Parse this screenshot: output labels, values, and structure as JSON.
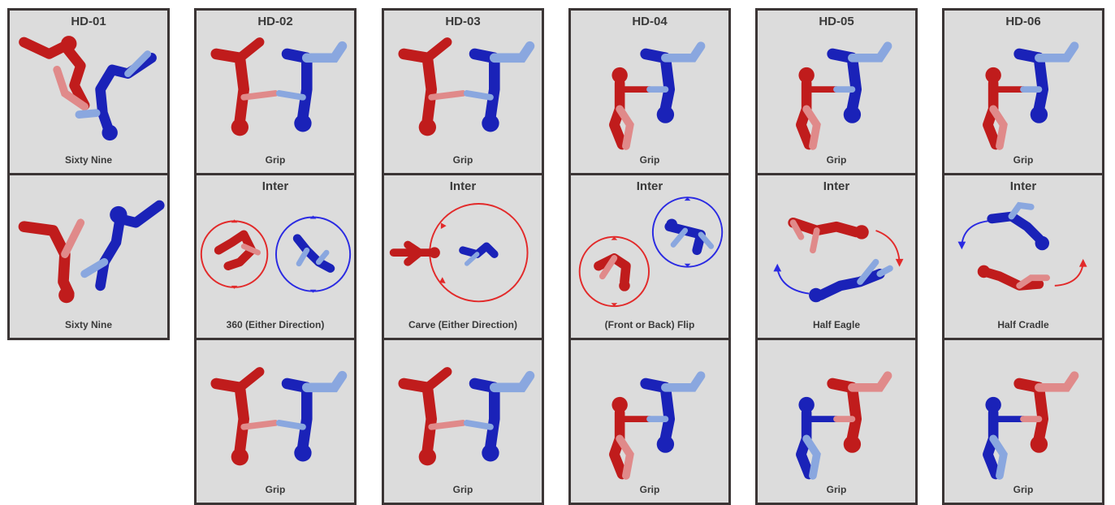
{
  "colors": {
    "red": "#c01c1c",
    "red_light": "#e08a8a",
    "blue": "#1a22b8",
    "blue_light": "#8aa7df",
    "panel_bg": "#dcdcdc",
    "border": "#3b3535"
  },
  "columns": [
    {
      "id": "HD-01",
      "cells": [
        {
          "title": "HD-01",
          "caption": "Sixty Nine",
          "figure": "sixty-nine-pose"
        },
        {
          "title": "",
          "caption": "Sixty Nine",
          "figure": "sixty-nine-pose"
        }
      ]
    },
    {
      "id": "HD-02",
      "cells": [
        {
          "title": "HD-02",
          "caption": "Grip",
          "figure": "head-down-grip-pose"
        },
        {
          "title": "Inter",
          "caption": "360 (Either Direction)",
          "figure": "360-rotation"
        },
        {
          "title": "",
          "caption": "Grip",
          "figure": "head-down-grip-pose"
        }
      ]
    },
    {
      "id": "HD-03",
      "cells": [
        {
          "title": "HD-03",
          "caption": "Grip",
          "figure": "head-down-grip-pose"
        },
        {
          "title": "Inter",
          "caption": "Carve (Either Direction)",
          "figure": "carve-rotation"
        },
        {
          "title": "",
          "caption": "Grip",
          "figure": "head-down-grip-pose"
        }
      ]
    },
    {
      "id": "HD-04",
      "cells": [
        {
          "title": "HD-04",
          "caption": "Grip",
          "figure": "sit-grip-pose"
        },
        {
          "title": "Inter",
          "caption": "(Front or Back) Flip",
          "figure": "flip-rotation"
        },
        {
          "title": "",
          "caption": "Grip",
          "figure": "sit-grip-pose"
        }
      ]
    },
    {
      "id": "HD-05",
      "cells": [
        {
          "title": "HD-05",
          "caption": "Grip",
          "figure": "sit-grip-pose"
        },
        {
          "title": "Inter",
          "caption": "Half Eagle",
          "figure": "half-eagle-swap"
        },
        {
          "title": "",
          "caption": "Grip",
          "figure": "sit-grip-pose-swapped"
        }
      ]
    },
    {
      "id": "HD-06",
      "cells": [
        {
          "title": "HD-06",
          "caption": "Grip",
          "figure": "sit-grip-pose"
        },
        {
          "title": "Inter",
          "caption": "Half Cradle",
          "figure": "half-cradle-swap"
        },
        {
          "title": "",
          "caption": "Grip",
          "figure": "sit-grip-pose-swapped"
        }
      ]
    }
  ]
}
